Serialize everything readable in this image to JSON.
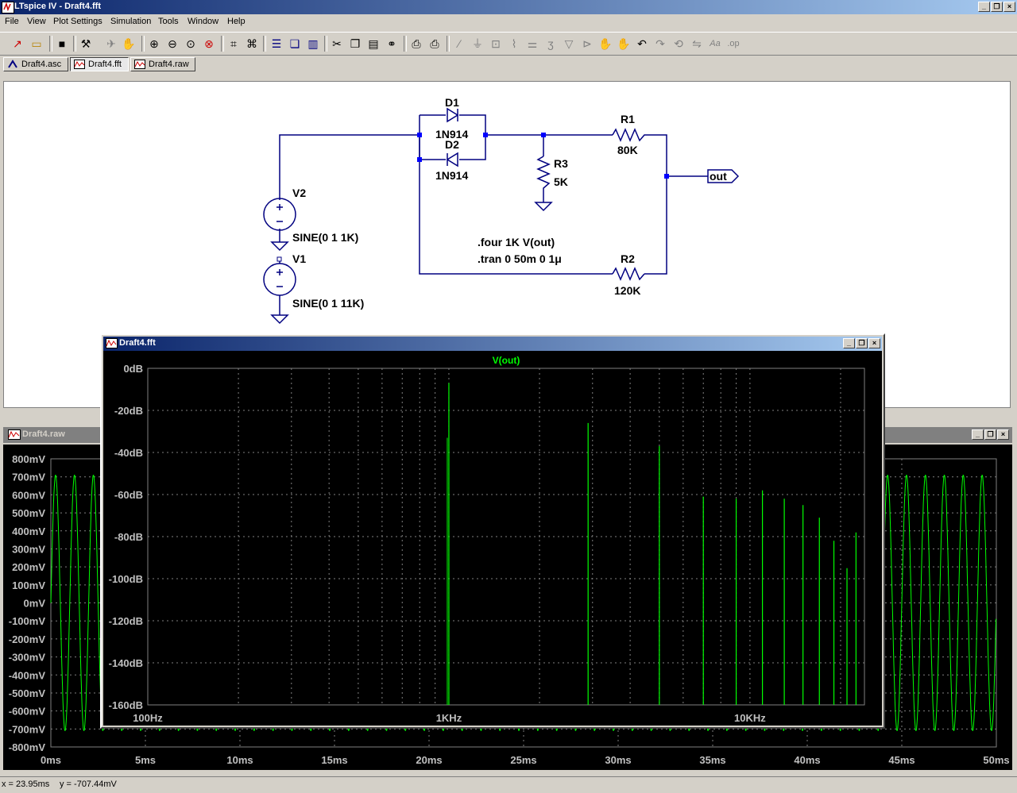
{
  "window": {
    "title": "LTspice IV - Draft4.fft"
  },
  "menu": [
    "File",
    "View",
    "Plot Settings",
    "Simulation",
    "Tools",
    "Window",
    "Help"
  ],
  "toolbar_icons": [
    "new-schematic-icon",
    "open-icon",
    "save-icon",
    "control-panel-icon",
    "run-icon",
    "halt-icon",
    "zoom-in-icon",
    "zoom-out-icon",
    "zoom-fit-icon",
    "zoom-cancel-icon",
    "autorange-icon",
    "autorange-y-icon",
    "tile-horizontal-icon",
    "cascade-icon",
    "tile-vertical-icon",
    "cut-icon",
    "copy-icon",
    "paste-icon",
    "find-icon",
    "print-preview-icon",
    "print-icon",
    "wire-icon",
    "ground-icon",
    "label-icon",
    "resistor-icon",
    "capacitor-icon",
    "inductor-icon",
    "diode-icon",
    "component-icon",
    "move-icon",
    "drag-icon",
    "undo-icon",
    "redo-icon",
    "rotate-icon",
    "mirror-icon",
    "text-icon",
    "spice-directive-icon"
  ],
  "tabs": [
    {
      "label": "Draft4.asc"
    },
    {
      "label": "Draft4.fft"
    },
    {
      "label": "Draft4.raw"
    }
  ],
  "schematic": {
    "D1": {
      "name": "D1",
      "model": "1N914"
    },
    "D2": {
      "name": "D2",
      "model": "1N914"
    },
    "R1": {
      "name": "R1",
      "value": "80K"
    },
    "R2": {
      "name": "R2",
      "value": "120K"
    },
    "R3": {
      "name": "R3",
      "value": "5K"
    },
    "V2": {
      "name": "V2",
      "value": "SINE(0 1 1K)"
    },
    "V1": {
      "name": "V1",
      "value": "SINE(0 1 11K)"
    },
    "out_label": "out",
    "directives": [
      ".four 1K V(out)",
      ".tran 0 50m 0 1μ"
    ]
  },
  "raw_window": {
    "title": "Draft4.raw",
    "y_ticks": [
      "800mV",
      "700mV",
      "600mV",
      "500mV",
      "400mV",
      "300mV",
      "200mV",
      "100mV",
      "0mV",
      "-100mV",
      "-200mV",
      "-300mV",
      "-400mV",
      "-500mV",
      "-600mV",
      "-700mV",
      "-800mV"
    ],
    "x_ticks": [
      "0ms",
      "5ms",
      "10ms",
      "15ms",
      "20ms",
      "25ms",
      "30ms",
      "35ms",
      "40ms",
      "45ms",
      "50ms"
    ]
  },
  "fft_window": {
    "title": "Draft4.fft",
    "trace_label": "V(out)",
    "y_ticks": [
      "0dB",
      "-20dB",
      "-40dB",
      "-60dB",
      "-80dB",
      "-100dB",
      "-120dB",
      "-140dB",
      "-160dB"
    ],
    "x_ticks": [
      "100Hz",
      "1KHz",
      "10KHz"
    ]
  },
  "status": {
    "x": "x = 23.95ms",
    "y": "y = -707.44mV"
  },
  "colors": {
    "trace": "#00ff00",
    "plot_bg": "#000000",
    "grid": "#808080",
    "wire": "#000080",
    "titlebar": "#0a246a"
  },
  "chart_data": [
    {
      "type": "line",
      "title": "V(out)",
      "x_scale": "log",
      "xlim": [
        100,
        24000
      ],
      "ylim": [
        -160,
        0
      ],
      "xlabel": "",
      "ylabel": "",
      "x_tick_labels": [
        "100Hz",
        "1KHz",
        "10KHz"
      ],
      "y_tick_labels": [
        "0dB",
        "-20dB",
        "-40dB",
        "-60dB",
        "-80dB",
        "-100dB",
        "-120dB",
        "-140dB",
        "-160dB"
      ],
      "grid": true,
      "series": [
        {
          "name": "V(out)",
          "x": [
            1000,
            2900,
            5000,
            7000,
            9000,
            11000,
            13000,
            15000,
            17000,
            19000,
            21000,
            22500
          ],
          "y": [
            -7,
            -26,
            -37,
            -61,
            -62,
            -58,
            -62,
            -65,
            -71,
            -82,
            -95,
            -78
          ]
        }
      ]
    },
    {
      "type": "line",
      "x_tick_labels": [
        "0ms",
        "5ms",
        "10ms",
        "15ms",
        "20ms",
        "25ms",
        "30ms",
        "35ms",
        "40ms",
        "45ms",
        "50ms"
      ],
      "y_tick_labels": [
        "800mV",
        "700mV",
        "600mV",
        "500mV",
        "400mV",
        "300mV",
        "200mV",
        "100mV",
        "0mV",
        "-100mV",
        "-200mV",
        "-300mV",
        "-400mV",
        "-500mV",
        "-600mV",
        "-700mV",
        "-800mV"
      ],
      "xlim": [
        0,
        50
      ],
      "ylim": [
        -800,
        800
      ],
      "grid": true,
      "series": [
        {
          "name": "V(out)",
          "amplitude": 710,
          "period_ms": 1
        }
      ]
    }
  ]
}
